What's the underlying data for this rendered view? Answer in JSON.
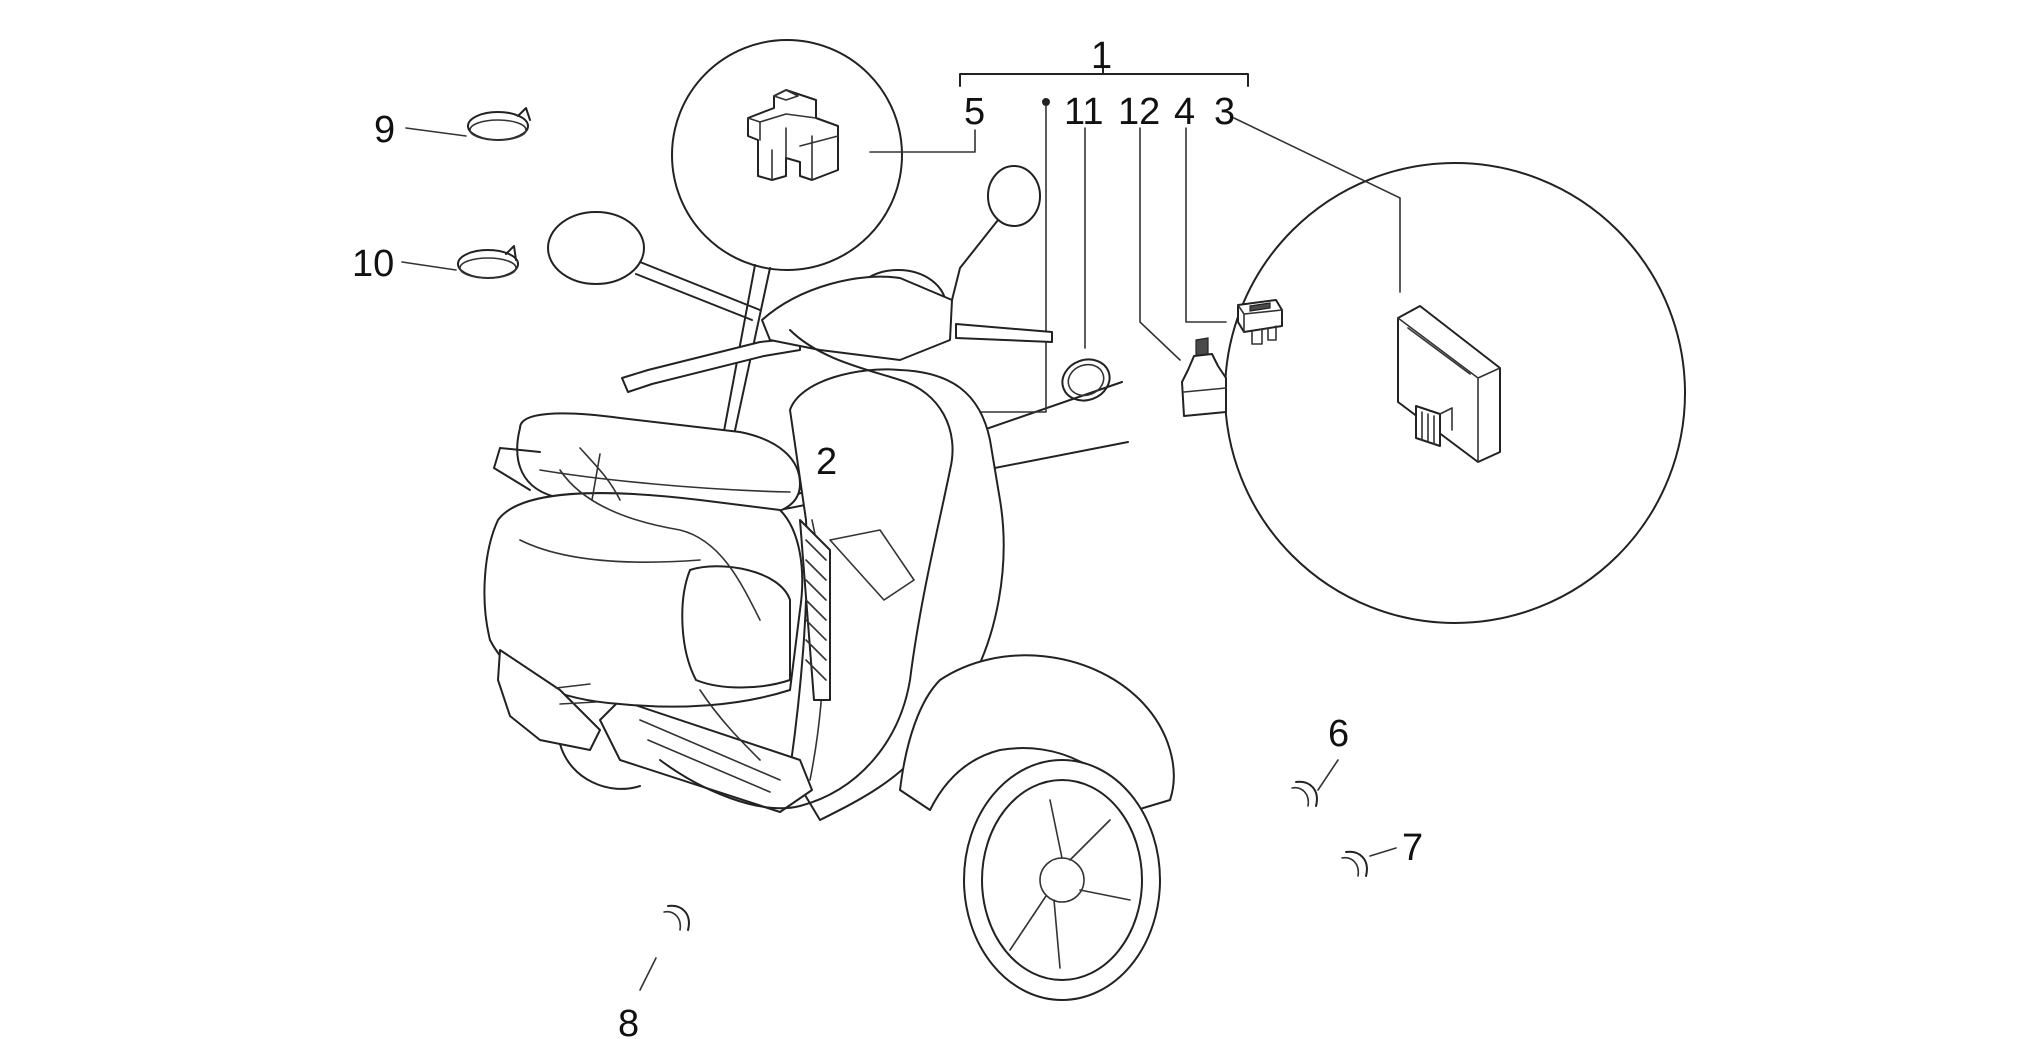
{
  "callouts": {
    "c1": "1",
    "c2": "2",
    "c3": "3",
    "c4": "4",
    "c5": "5",
    "c6": "6",
    "c7": "7",
    "c8": "8",
    "c9": "9",
    "c10": "10",
    "c11": "11",
    "c12": "12"
  },
  "colors": {
    "line": "#222222",
    "background": "#ffffff"
  }
}
